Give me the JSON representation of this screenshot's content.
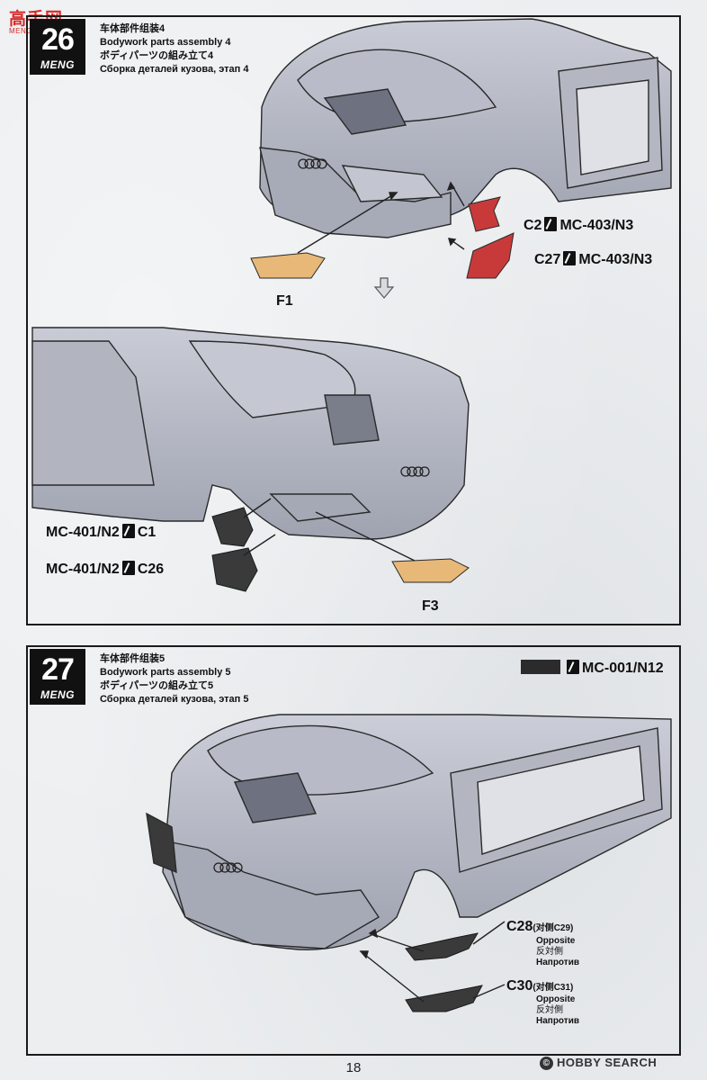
{
  "site_logo": {
    "chars": "高手网",
    "sub": "MENG MODEL"
  },
  "steps": [
    {
      "number": "26",
      "brand": "MENG",
      "title_cn": "车体部件组装4",
      "title_en": "Bodywork parts assembly 4",
      "title_jp": "ボディパーツの組み立て4",
      "title_ru": "Сборка деталей кузова, этап 4",
      "callouts": {
        "c2_part": "C2",
        "c2_paint": "MC-403/N3",
        "c27_part": "C27",
        "c27_paint": "MC-403/N3",
        "f1": "F1",
        "c1_paint": "MC-401/N2",
        "c1_part": "C1",
        "c26_paint": "MC-401/N2",
        "c26_part": "C26",
        "f3": "F3"
      },
      "colors": {
        "red": "#c83a3a",
        "orange": "#e7b877",
        "dark": "#3a3a3a"
      }
    },
    {
      "number": "27",
      "brand": "MENG",
      "title_cn": "车体部件组装5",
      "title_en": "Bodywork parts assembly 5",
      "title_jp": "ボディパーツの組み立て5",
      "title_ru": "Сборка деталей кузова, этап 5",
      "paint_note": "MC-001/N12",
      "callouts": {
        "c28_part": "C28",
        "c28_opposite_cn": "(对侧C29)",
        "c28_opposite_en": "Opposite",
        "c28_opposite_jp": "反対側",
        "c28_opposite_ru": "Напротив",
        "c30_part": "C30",
        "c30_opposite_cn": "(对侧C31)",
        "c30_opposite_en": "Opposite",
        "c30_opposite_jp": "反対側",
        "c30_opposite_ru": "Напротив"
      }
    }
  ],
  "page_number": "18",
  "watermark": {
    "icon": "©",
    "text": "HOBBY SEARCH"
  }
}
